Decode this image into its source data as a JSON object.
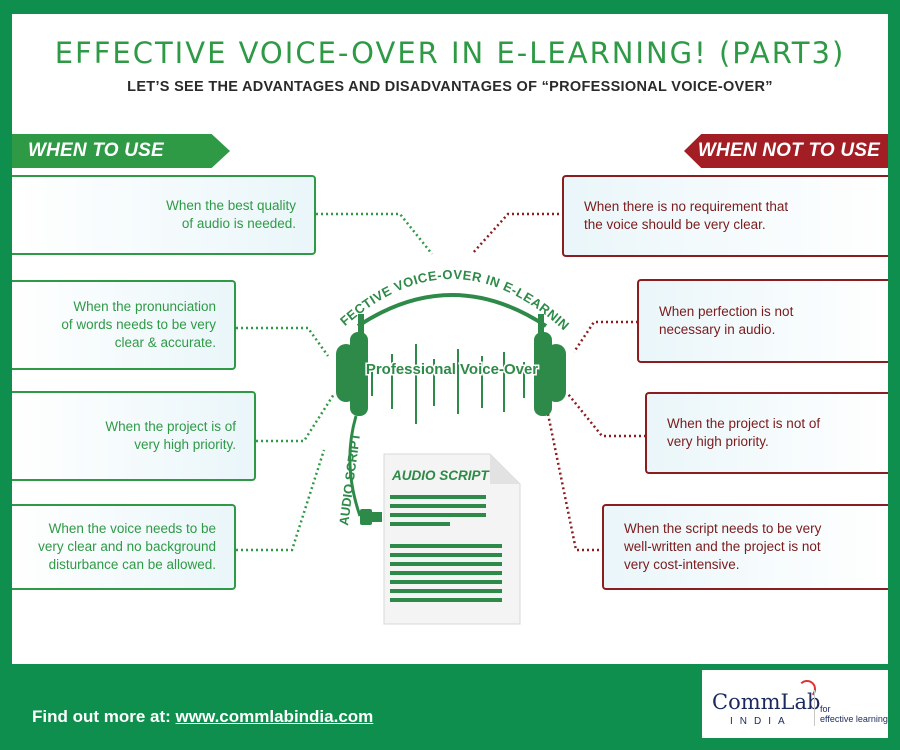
{
  "title": "EFFECTIVE VOICE-OVER IN E-LEARNING! (PART3)",
  "subtitle": "LET’S SEE THE ADVANTAGES AND DISADVANTAGES OF “PROFESSIONAL VOICE-OVER”",
  "left_banner": "WHEN TO USE",
  "right_banner": "WHEN NOT TO USE",
  "when_to_use": [
    "When the best quality\nof audio is needed.",
    "When the pronunciation\nof words needs to be very\nclear & accurate.",
    "When the project is of\nvery high priority.",
    "When the voice needs to be\nvery clear and no background\ndisturbance can be allowed."
  ],
  "when_not_to_use": [
    "When there is no requirement that\nthe voice should be very clear.",
    "When perfection is not\nnecessary in audio.",
    "When the project is not of\nvery high priority.",
    "When the script needs to be very\nwell-written and the project is not\nvery cost-intensive."
  ],
  "center": {
    "arc_text": "EFFECTIVE VOICE-OVER IN E-LEARNING",
    "label": "Professional Voice-Over",
    "cable_text": "AUDIO SCRIPT",
    "doc_title": "AUDIO SCRIPT"
  },
  "footer": {
    "prefix": "Find out more at: ",
    "link": "www.commlabindia.com"
  },
  "logo": {
    "name": "CommLab",
    "sub": "INDIA",
    "tagline_1": "for",
    "tagline_2": "effective learning"
  },
  "colors": {
    "background": "#0f8f4e",
    "green": "#2f9a46",
    "red": "#a31d24",
    "headphone": "#2e8a48"
  },
  "icons": [
    "headphones-icon",
    "document-icon",
    "audio-plug-icon",
    "sound-wave-icon"
  ]
}
